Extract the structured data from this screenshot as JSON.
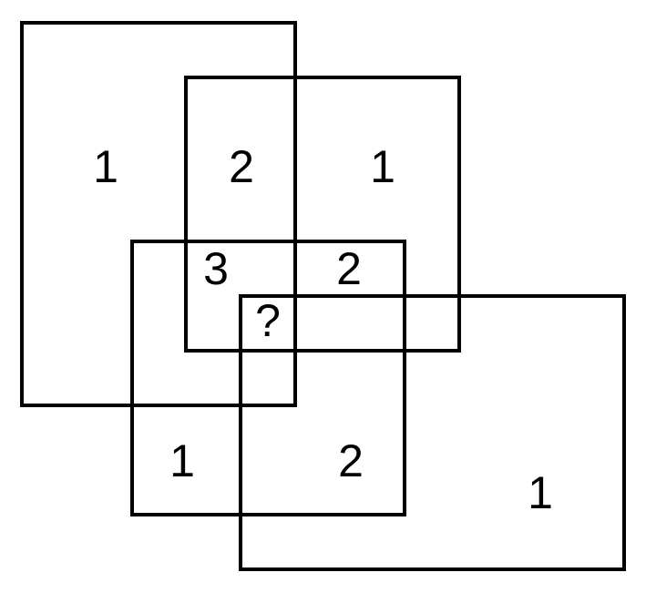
{
  "diagram": {
    "stroke_color": "#000000",
    "rectangles": [
      "rectangle-a",
      "rectangle-b",
      "rectangle-c",
      "rectangle-d"
    ],
    "labels": [
      "1",
      "2",
      "1",
      "3",
      "2",
      "?",
      "1",
      "2",
      "1"
    ]
  }
}
